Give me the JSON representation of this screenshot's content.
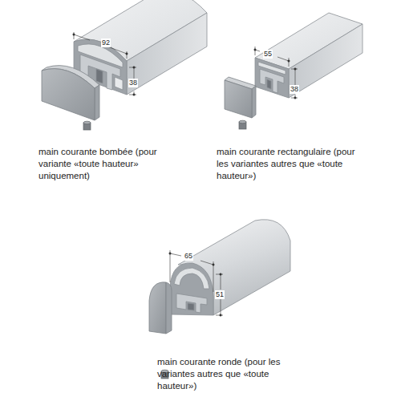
{
  "diagram": {
    "labels": [
      "92",
      "38",
      "55",
      "38",
      "65",
      "51",
      "main courante bombée (pour variante «toute hauteur» uniquement)",
      "main courante rectangulaire (pour les variantes autres que «toute hauteur»)",
      "main courante ronde (pour les variantes autres que «toute hauteur»)"
    ]
  }
}
